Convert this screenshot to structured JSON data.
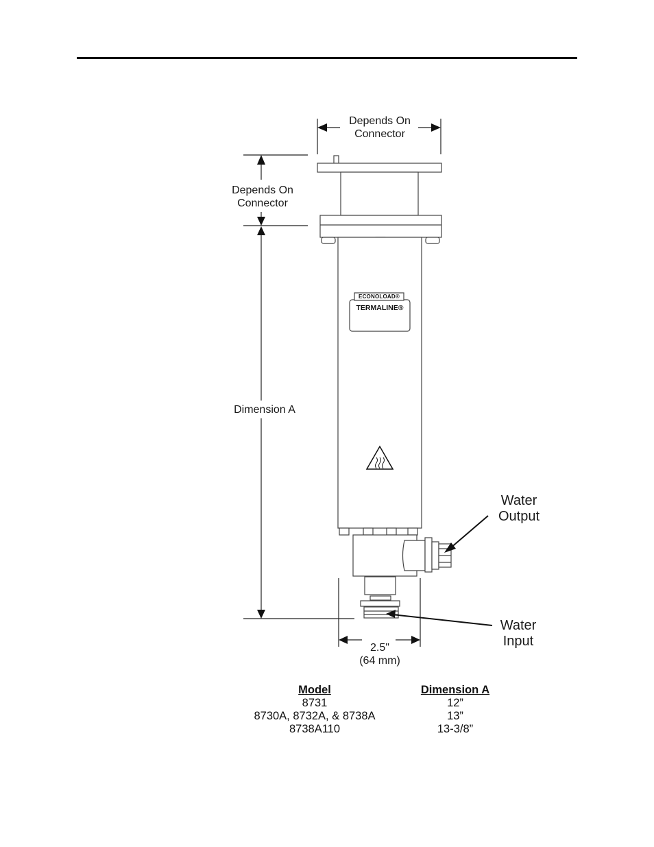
{
  "labels": {
    "top_width": [
      "Depends On",
      "Connector"
    ],
    "top_height": [
      "Depends On",
      "Connector"
    ],
    "dimension_a": "Dimension A",
    "water_output": [
      "Water",
      "Output"
    ],
    "water_input": [
      "Water",
      "Input"
    ],
    "width": [
      "2.5\"",
      "(64 mm)"
    ]
  },
  "nameplate": {
    "line1": "ECONOLOAD®",
    "line2": "TERMALINE®"
  },
  "table": {
    "headers": [
      "Model",
      "Dimension A"
    ],
    "rows": [
      [
        "8731",
        "12”"
      ],
      [
        "8730A, 8732A, & 8738A",
        "13”"
      ],
      [
        "8738A110",
        "13-3/8”"
      ]
    ]
  }
}
